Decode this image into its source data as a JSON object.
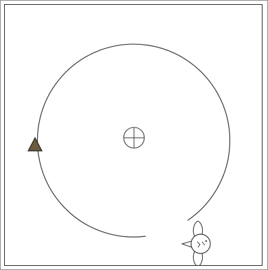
{
  "diagram": {
    "background_color": "#ffffff",
    "stroke_color": "#3a3a3a",
    "triangle_fill_color": "#6b5a3c",
    "objects": {
      "center_marker": {
        "icon": "crosshair-circle"
      },
      "start_marker": {
        "icon": "triangle"
      },
      "moving_object": {
        "icon": "cat-face-with-ears"
      }
    }
  }
}
